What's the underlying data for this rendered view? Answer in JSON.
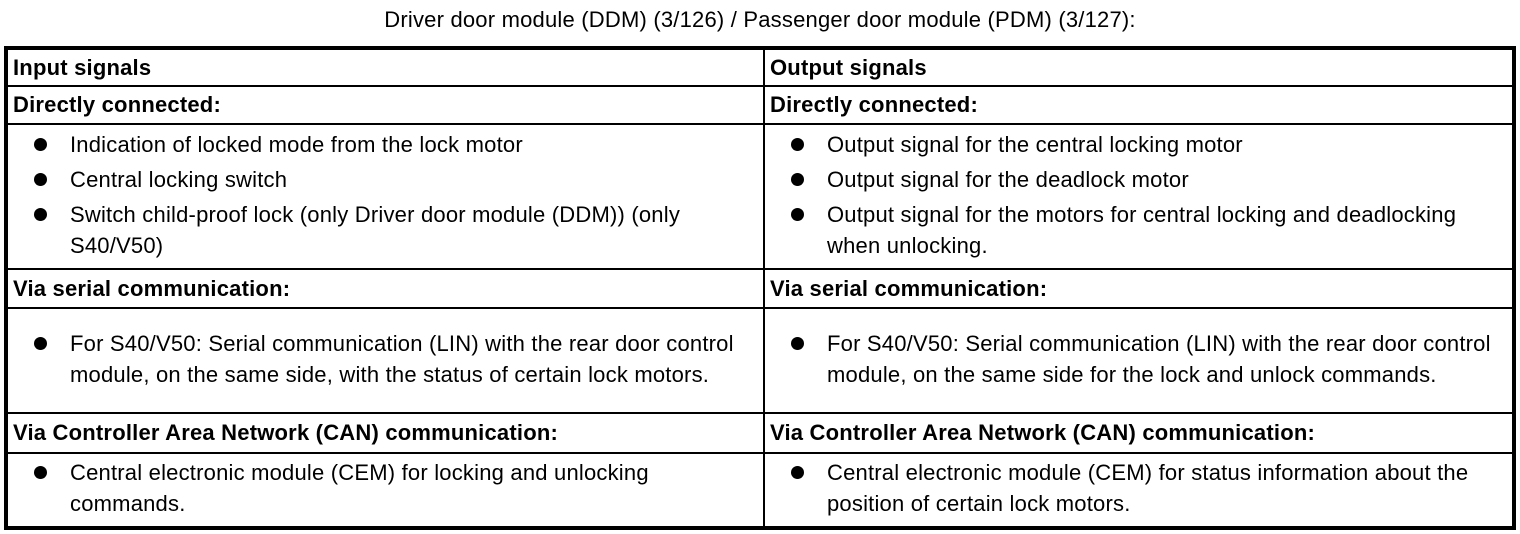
{
  "page": {
    "title": "Driver door module (DDM) (3/126) / Passenger door module (PDM) (3/127):"
  },
  "colors": {
    "border": "#000000",
    "text": "#000000",
    "background": "#ffffff"
  },
  "table": {
    "columns": [
      {
        "header": "Input signals",
        "sections": [
          {
            "heading": "Directly connected:",
            "items": [
              "Indication of locked mode from the lock motor",
              "Central locking switch",
              "Switch child-proof lock (only Driver door module (DDM)) (only S40/V50)"
            ]
          },
          {
            "heading": "Via serial communication:",
            "items": [
              "For S40/V50: Serial communication (LIN) with the rear door control module, on the same side, with the status of certain lock motors."
            ]
          },
          {
            "heading": "Via Controller Area Network (CAN) communication:",
            "items": [
              "Central electronic module (CEM) for locking and unlocking commands."
            ]
          }
        ]
      },
      {
        "header": "Output signals",
        "sections": [
          {
            "heading": "Directly connected:",
            "items": [
              "Output signal for the central locking motor",
              "Output signal for the deadlock motor",
              "Output signal for the motors for central locking and deadlocking when unlocking."
            ]
          },
          {
            "heading": "Via serial communication:",
            "items": [
              "For S40/V50: Serial communication (LIN) with the rear door control module, on the same side for the lock and unlock commands."
            ]
          },
          {
            "heading": "Via Controller Area Network (CAN) communication:",
            "items": [
              "Central electronic module (CEM) for status information about the position of certain lock motors."
            ]
          }
        ]
      }
    ]
  }
}
